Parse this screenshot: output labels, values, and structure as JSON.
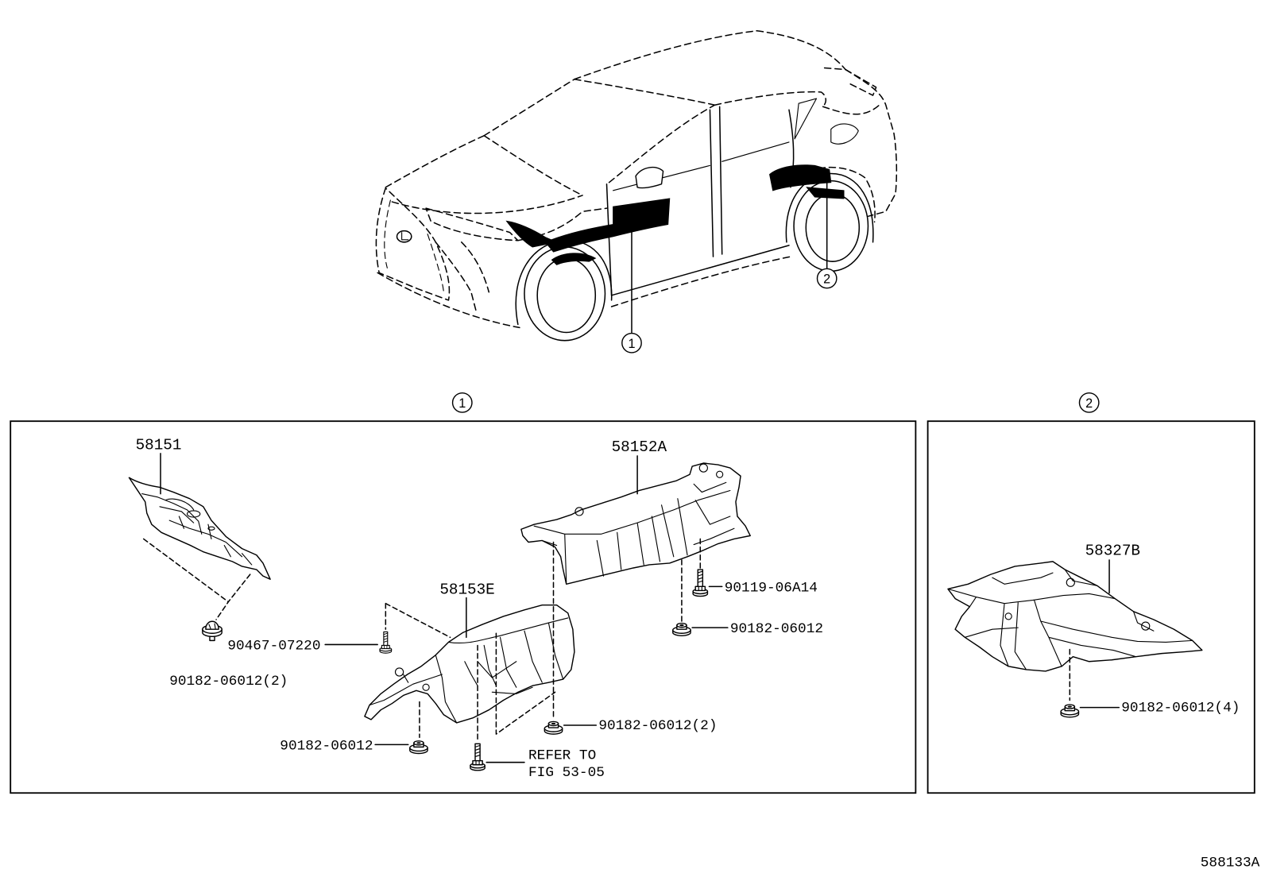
{
  "figure_code": "588133A",
  "colors": {
    "line": "#000000",
    "background": "#ffffff"
  },
  "overview": {
    "callouts": [
      "1",
      "2"
    ]
  },
  "sections": [
    {
      "callout": "1",
      "parts": [
        {
          "number": "58151"
        },
        {
          "number": "58152A"
        },
        {
          "number": "58153E"
        }
      ],
      "fasteners": [
        {
          "number": "90182-06012(2)"
        },
        {
          "number": "90119-06A14"
        },
        {
          "number": "90182-06012"
        },
        {
          "number": "90467-07220"
        },
        {
          "number": "90182-06012(2)"
        },
        {
          "number": "90182-06012"
        }
      ],
      "reference": {
        "line1": "REFER TO",
        "line2": "FIG 53-05"
      }
    },
    {
      "callout": "2",
      "parts": [
        {
          "number": "58327B"
        }
      ],
      "fasteners": [
        {
          "number": "90182-06012(4)"
        }
      ]
    }
  ]
}
